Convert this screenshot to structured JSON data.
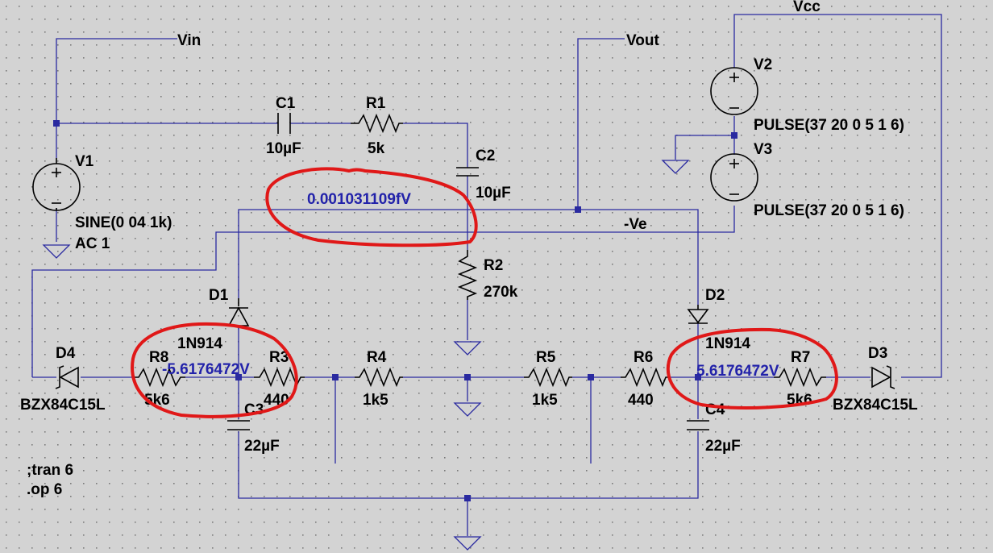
{
  "colors": {
    "background": "#d3d3d3",
    "grid_dot": "#7a7a7a",
    "wire": "#2a2aa0",
    "component": "#000000",
    "voltage_label": "#2222aa",
    "annotation": "#e01818"
  },
  "nets": {
    "vin": "Vin",
    "vout": "Vout",
    "vcc": "Vcc",
    "neg_ve": "-Ve"
  },
  "components": {
    "v1": {
      "name": "V1",
      "value": "SINE(0 04 1k)",
      "ac": "AC 1"
    },
    "v2": {
      "name": "V2",
      "value": "PULSE(37 20 0 5 1 6)"
    },
    "v3": {
      "name": "V3",
      "value": "PULSE(37 20 0 5 1 6)"
    },
    "c1": {
      "name": "C1",
      "value": "10µF"
    },
    "c2": {
      "name": "C2",
      "value": "10µF"
    },
    "c3": {
      "name": "C3",
      "value": "22µF"
    },
    "c4": {
      "name": "C4",
      "value": "22µF"
    },
    "r1": {
      "name": "R1",
      "value": "5k"
    },
    "r2": {
      "name": "R2",
      "value": "270k"
    },
    "r3": {
      "name": "R3",
      "value": "440"
    },
    "r4": {
      "name": "R4",
      "value": "1k5"
    },
    "r5": {
      "name": "R5",
      "value": "1k5"
    },
    "r6": {
      "name": "R6",
      "value": "440"
    },
    "r7": {
      "name": "R7",
      "value": "5k6"
    },
    "r8": {
      "name": "R8",
      "value": "5k6"
    },
    "d1": {
      "name": "D1",
      "value": "1N914"
    },
    "d2": {
      "name": "D2",
      "value": "1N914"
    },
    "d3": {
      "name": "D3",
      "value": "BZX84C15L"
    },
    "d4": {
      "name": "D4",
      "value": "BZX84C15L"
    }
  },
  "voltage_labels": {
    "top_node": "0.001031109fV",
    "left_node": "-5.6176472V",
    "right_node": "5.6176472V"
  },
  "directives": {
    "tran": ";tran 6",
    "op": ".op 6"
  }
}
